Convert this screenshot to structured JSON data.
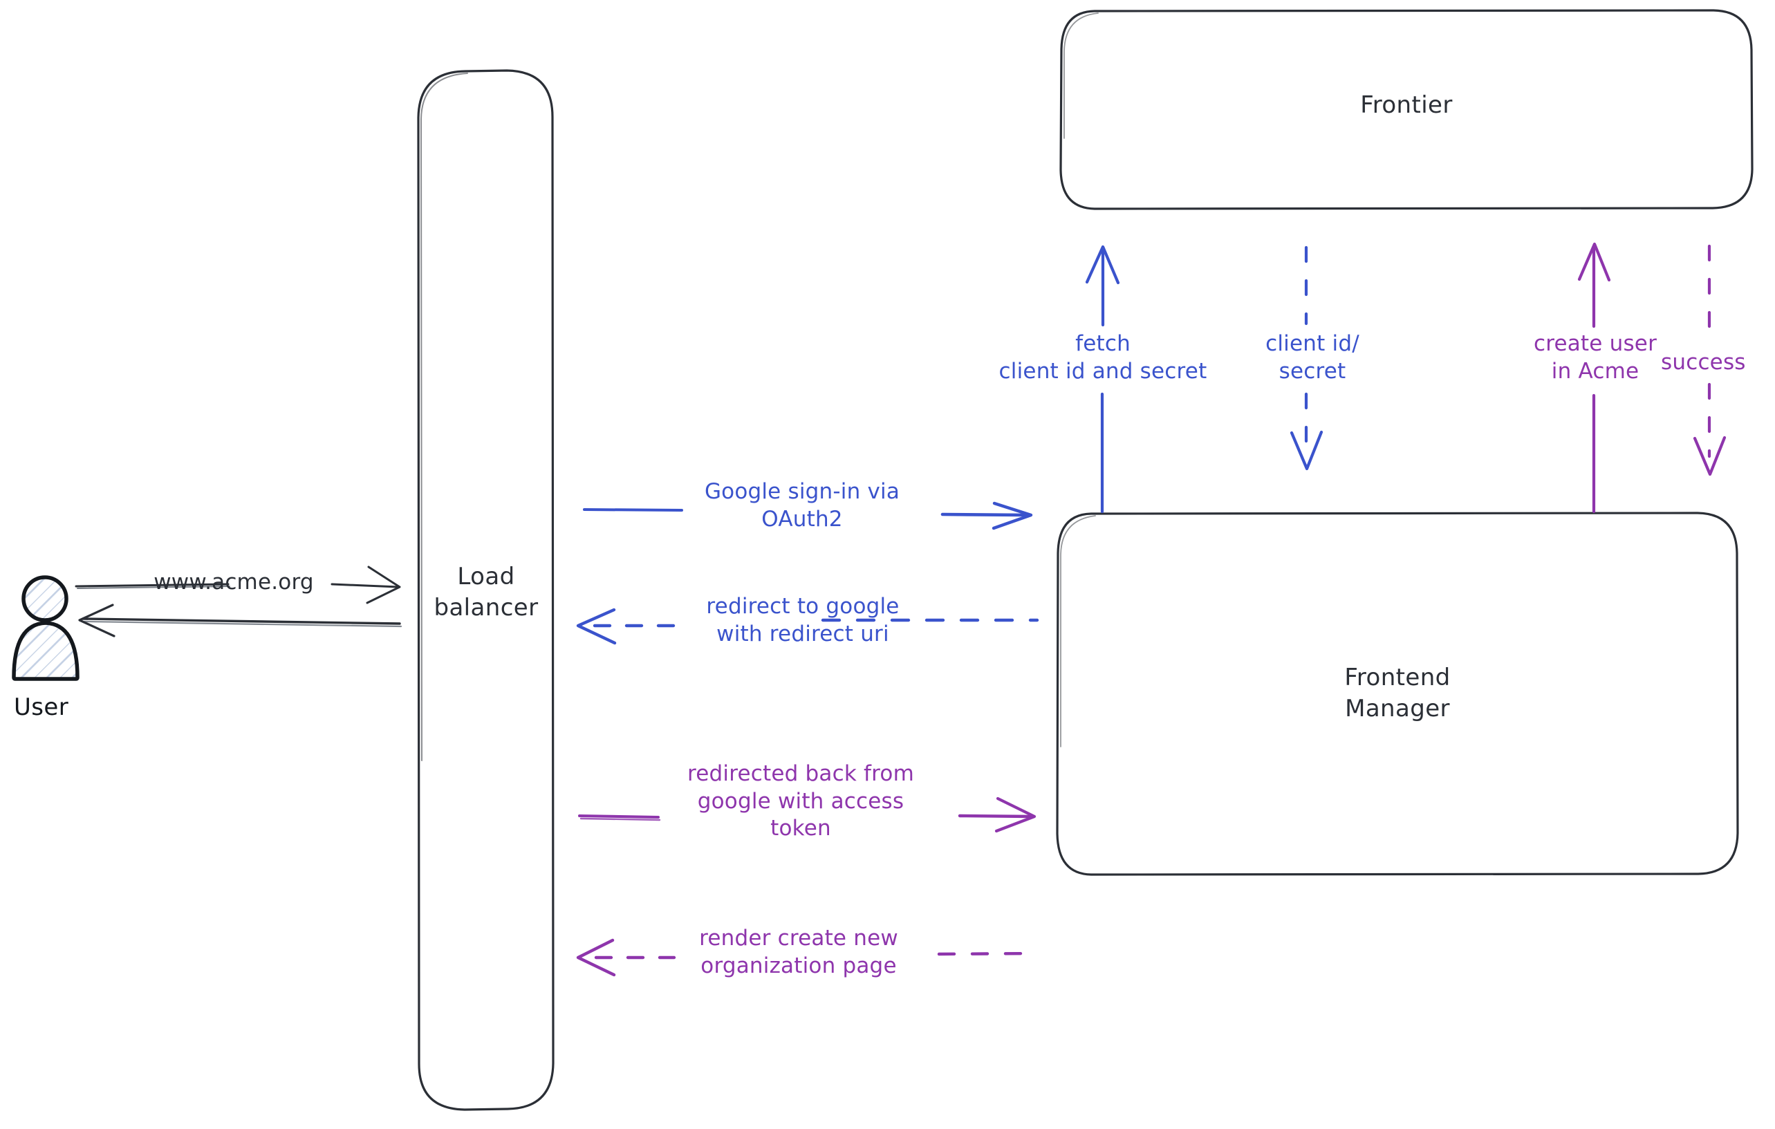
{
  "diagram": {
    "title": "Google OAuth2 sign-in sequence",
    "background": "#ffffff",
    "colors": {
      "stroke_dark": "#2b2f36",
      "blue": "#3a53cc",
      "purple": "#8e35ac",
      "hatch": "#c3d0e4"
    }
  },
  "actors": [
    {
      "id": "user",
      "name": "User",
      "label": "User",
      "icon": "user-actor-icon"
    }
  ],
  "nodes": [
    {
      "id": "load-balancer",
      "label": "Load\nbalancer"
    },
    {
      "id": "frontier",
      "label": "Frontier"
    },
    {
      "id": "frontend-manager",
      "label": "Frontend\nManager"
    }
  ],
  "edges": [
    {
      "id": "user-to-lb",
      "label": "www.acme.org",
      "color": "#2b2f36",
      "style": "solid",
      "direction": "right",
      "from": "user",
      "to": "load-balancer"
    },
    {
      "id": "lb-to-user",
      "label": "",
      "color": "#2b2f36",
      "style": "solid",
      "direction": "left",
      "from": "load-balancer",
      "to": "user"
    },
    {
      "id": "lb-to-fm-signin",
      "label": "Google sign-in via\nOAuth2",
      "color": "#3a53cc",
      "style": "solid",
      "direction": "right",
      "from": "load-balancer",
      "to": "frontend-manager"
    },
    {
      "id": "fm-to-lb-redirect",
      "label": "redirect to google\nwith redirect uri",
      "color": "#3a53cc",
      "style": "dashed",
      "direction": "left",
      "from": "frontend-manager",
      "to": "load-balancer"
    },
    {
      "id": "lb-to-fm-token",
      "label": "redirected back from\ngoogle with access\ntoken",
      "color": "#8e35ac",
      "style": "solid",
      "direction": "right",
      "from": "load-balancer",
      "to": "frontend-manager"
    },
    {
      "id": "fm-to-lb-render",
      "label": "render create new\norganization page",
      "color": "#8e35ac",
      "style": "dashed",
      "direction": "left",
      "from": "frontend-manager",
      "to": "load-balancer"
    },
    {
      "id": "fm-to-frontier-fetch",
      "label": "fetch\nclient id and secret",
      "color": "#3a53cc",
      "style": "solid",
      "direction": "up",
      "from": "frontend-manager",
      "to": "frontier"
    },
    {
      "id": "frontier-to-fm-credentials",
      "label": "client id/\nsecret",
      "color": "#3a53cc",
      "style": "dashed",
      "direction": "down",
      "from": "frontier",
      "to": "frontend-manager"
    },
    {
      "id": "fm-to-frontier-create-user",
      "label": "create user\nin Acme",
      "color": "#8e35ac",
      "style": "solid",
      "direction": "up",
      "from": "frontend-manager",
      "to": "frontier"
    },
    {
      "id": "frontier-to-fm-success",
      "label": "success",
      "color": "#8e35ac",
      "style": "dashed",
      "direction": "down",
      "from": "frontier",
      "to": "frontend-manager"
    }
  ]
}
